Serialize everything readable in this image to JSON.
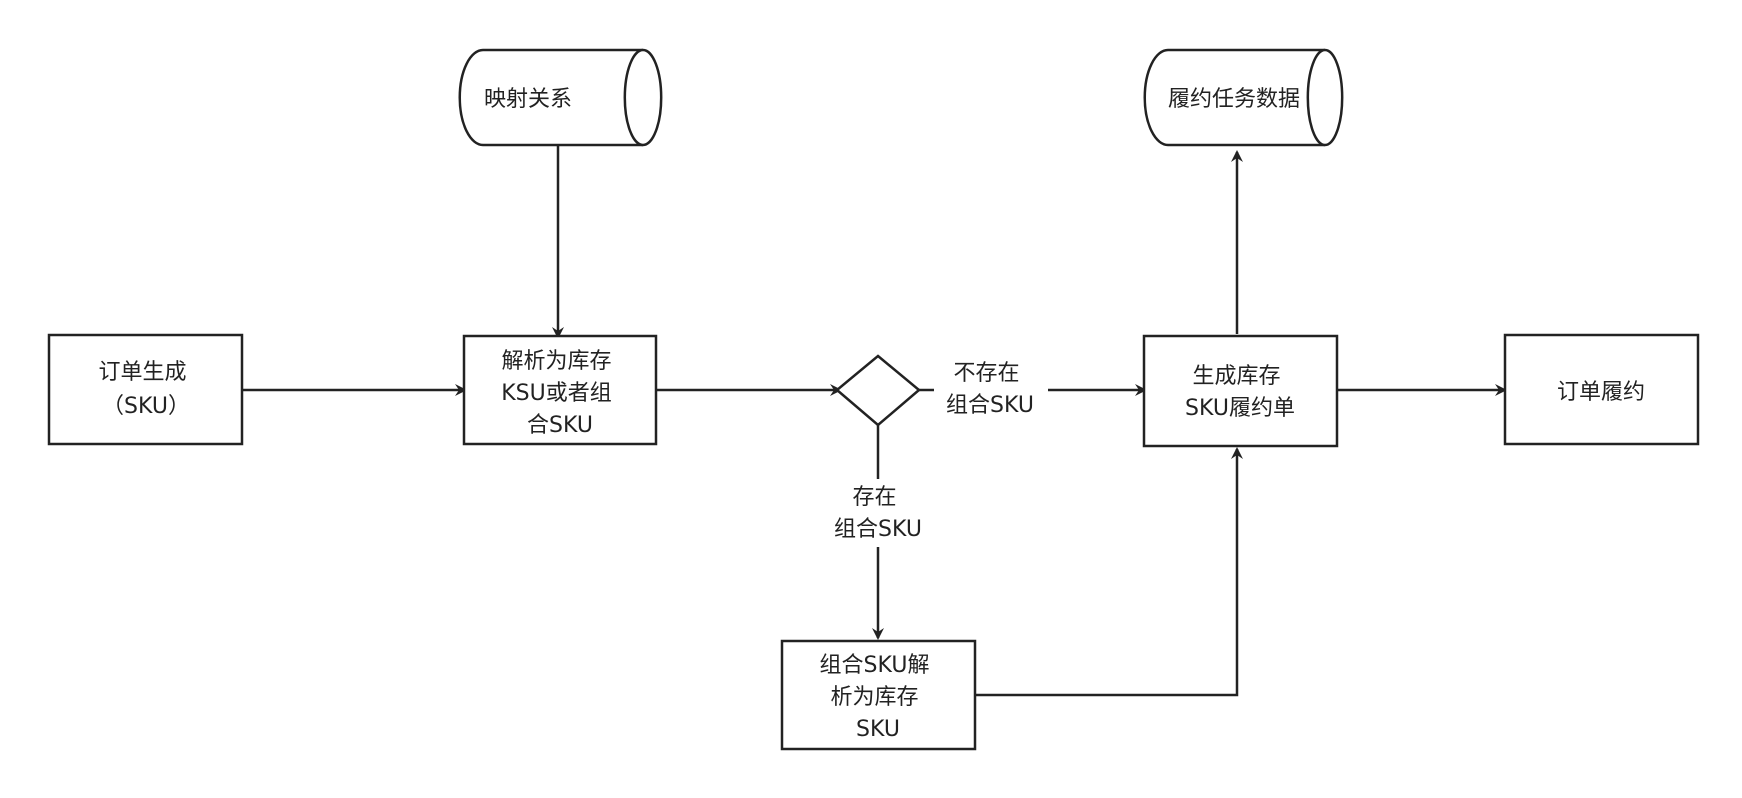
{
  "diagram": {
    "nodes": {
      "mapping": {
        "lines": [
          "映射关系"
        ]
      },
      "fulfill_data": {
        "lines": [
          "履约任务数据"
        ]
      },
      "order_create": {
        "lines": [
          "订单生成",
          "（SKU）"
        ]
      },
      "parse": {
        "lines": [
          "解析为库存",
          "KSU或者组",
          "合SKU"
        ]
      },
      "decision": {
        "lines": []
      },
      "gen_order": {
        "lines": [
          "生成库存",
          "SKU履约单"
        ]
      },
      "order_fulfill": {
        "lines": [
          "订单履约"
        ]
      },
      "combo_parse": {
        "lines": [
          "组合SKU解",
          "析为库存",
          "SKU"
        ]
      }
    },
    "edges": {
      "not_exist": {
        "lines": [
          "不存在",
          "组合SKU"
        ]
      },
      "exist": {
        "lines": [
          "存在",
          "组合SKU"
        ]
      }
    }
  }
}
